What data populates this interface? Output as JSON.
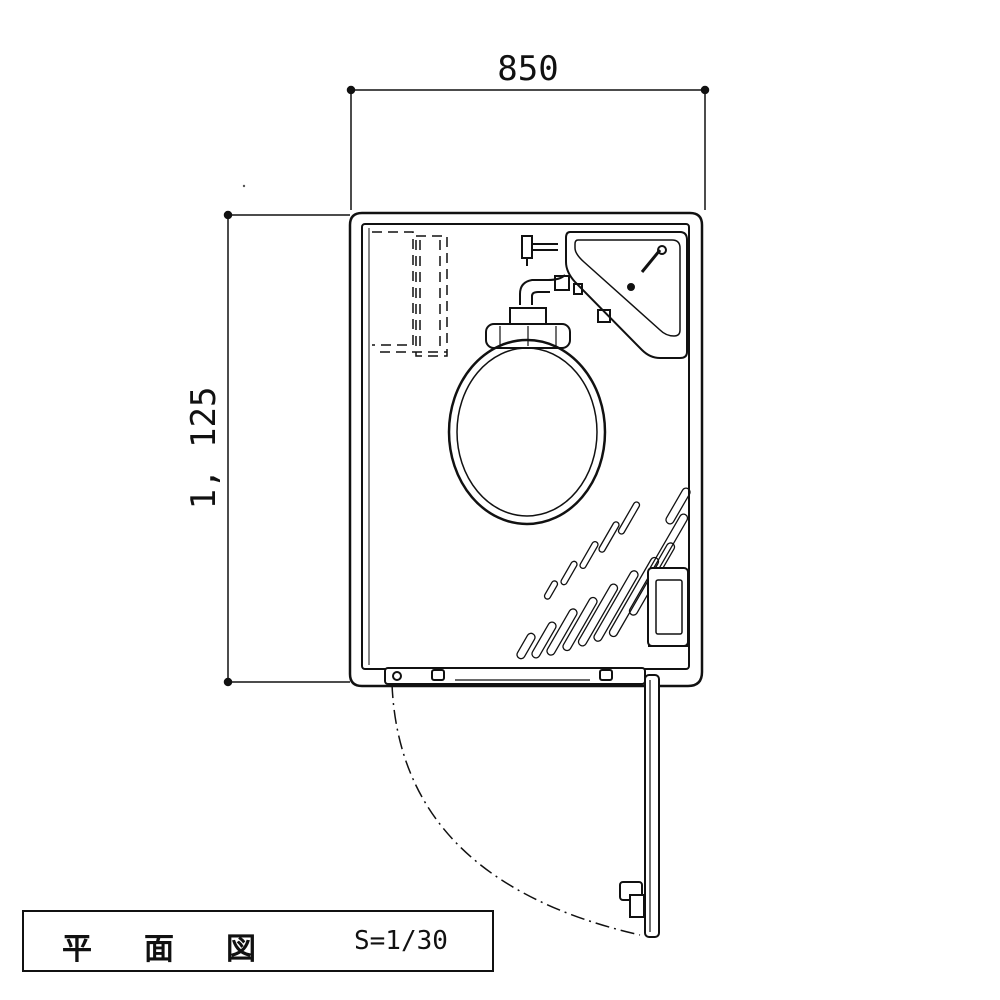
{
  "dimensions": {
    "width": "850",
    "depth": "1, 125"
  },
  "title_block": {
    "label": "平面図",
    "scale": "S=1/30"
  }
}
